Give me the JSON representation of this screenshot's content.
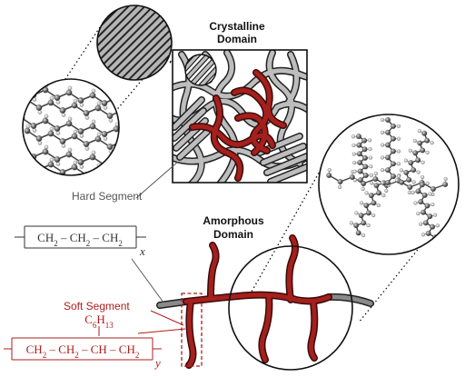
{
  "labels": {
    "crystalline_line1": "Crystalline",
    "crystalline_line2": "Domain",
    "amorphous_line1": "Amorphous",
    "amorphous_line2": "Domain",
    "hard_segment": "Hard Segment",
    "soft_segment": "Soft Segment"
  },
  "formulas": {
    "hard_repeat": "CH2 – CH2 – CH2",
    "hard_subscript": "x",
    "soft_substituent": "C6H13",
    "soft_repeat": "CH2 – CH2 – CH – CH2",
    "soft_subscript": "y"
  },
  "colors": {
    "hard_chain": "#8a8a8a",
    "soft_chain": "#a4201d",
    "outline": "#111111",
    "soft_label": "#b01c1c"
  },
  "icons": [
    "zoom-circle-lamellae",
    "zoom-circle-zigzag-chains",
    "zoom-circle-branched-molecule"
  ]
}
